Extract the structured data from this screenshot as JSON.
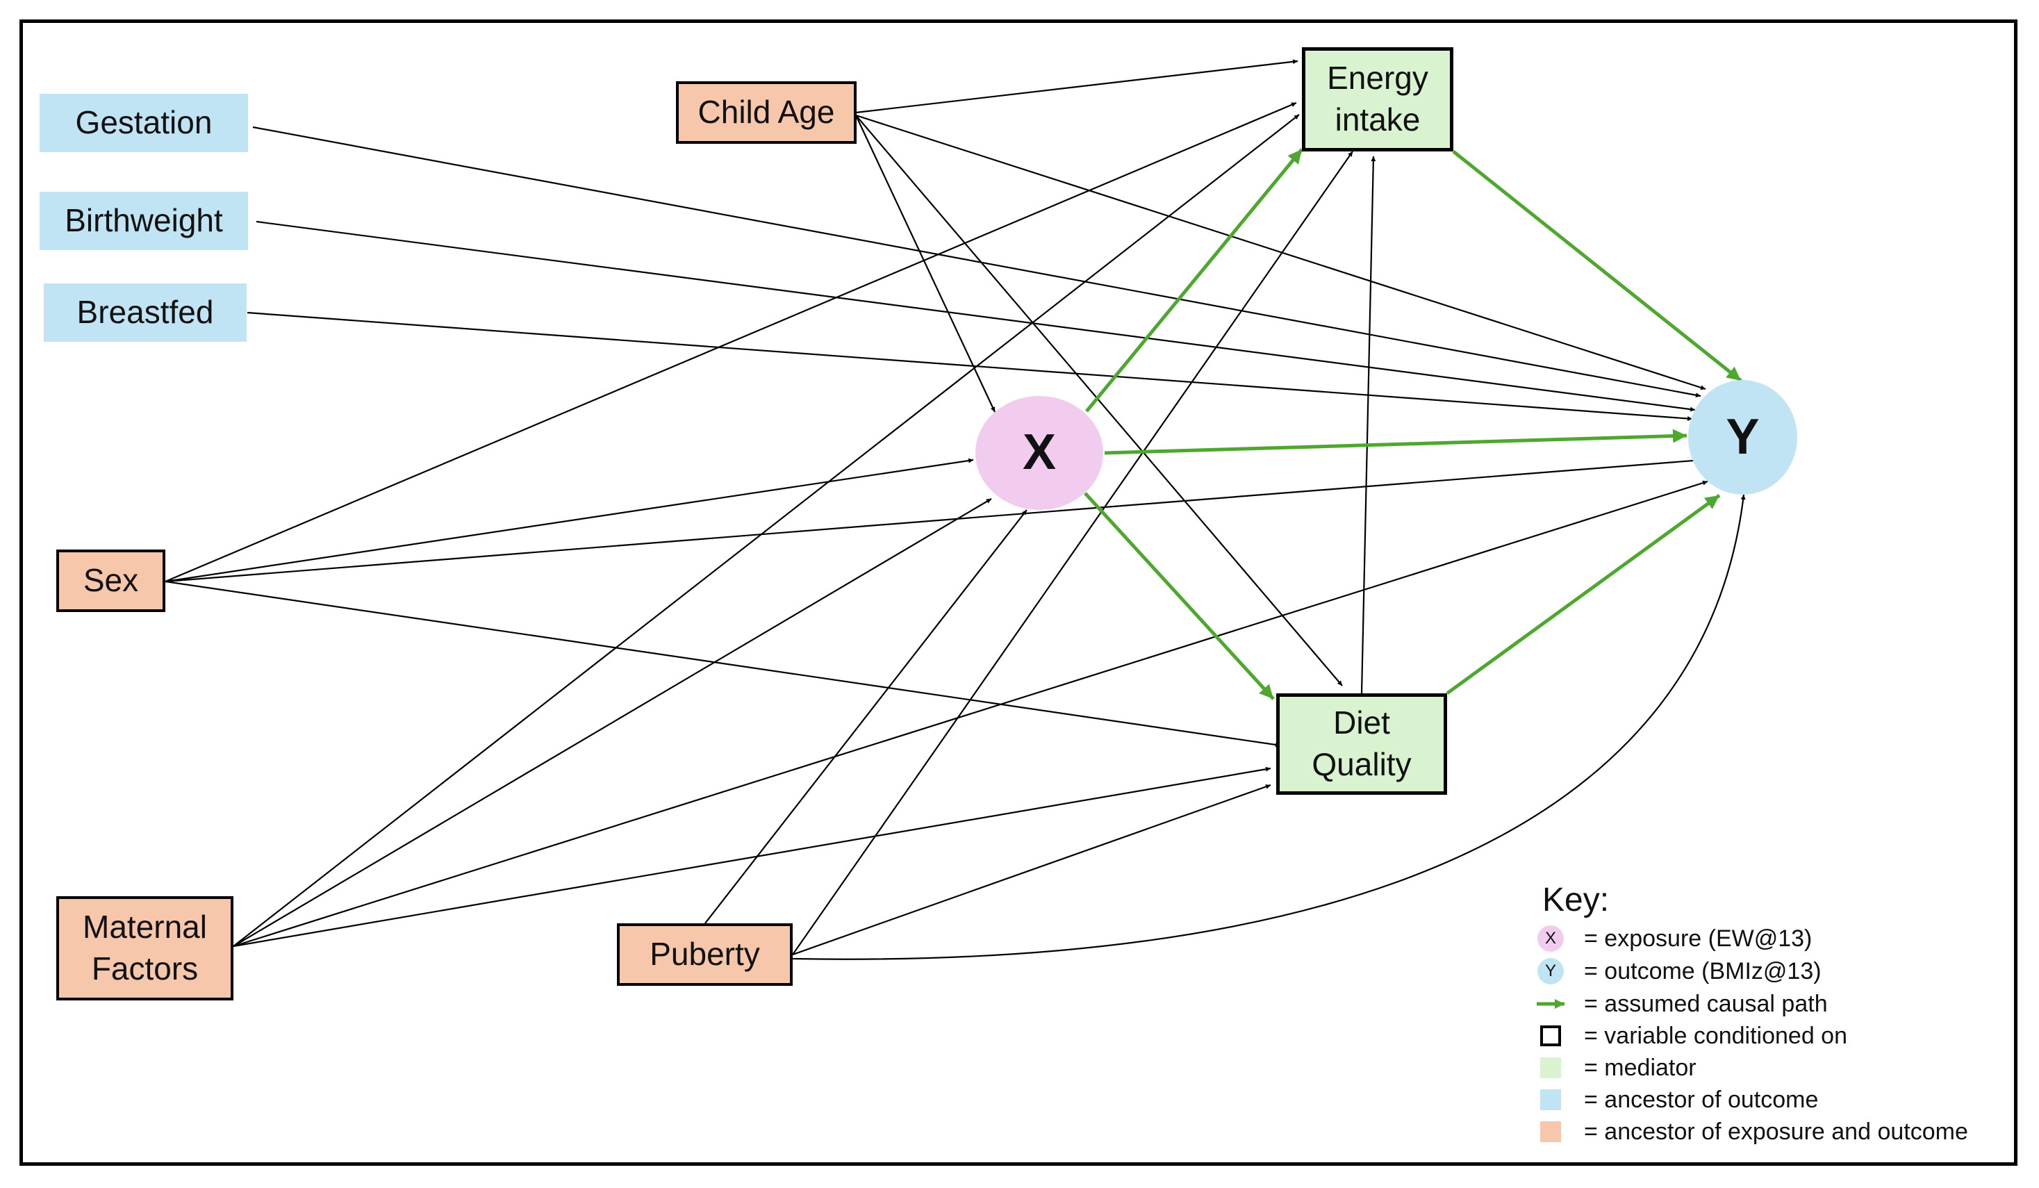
{
  "colors": {
    "exposure": "#f2ccee",
    "outcome": "#c1e4f5",
    "mediator": "#d9f2d0",
    "ancestor_outcome": "#c1e4f5",
    "ancestor_both": "#f7c7ac",
    "causal_path": "#4ea72e",
    "edge": "#000000"
  },
  "nodes": {
    "gestation": "Gestation",
    "birthweight": "Birthweight",
    "breastfed": "Breastfed",
    "child_age": "Child Age",
    "sex": "Sex",
    "maternal": "Maternal Factors",
    "puberty": "Puberty",
    "energy": "Energy intake",
    "diet": "Diet Quality",
    "x": "X",
    "y": "Y"
  },
  "edges": [
    {
      "from": "gestation",
      "to": "y",
      "causal": false
    },
    {
      "from": "birthweight",
      "to": "y",
      "causal": false
    },
    {
      "from": "breastfed",
      "to": "y",
      "causal": false
    },
    {
      "from": "child_age",
      "to": "energy",
      "causal": false
    },
    {
      "from": "child_age",
      "to": "x",
      "causal": false
    },
    {
      "from": "child_age",
      "to": "diet",
      "causal": false
    },
    {
      "from": "child_age",
      "to": "y",
      "causal": false
    },
    {
      "from": "sex",
      "to": "energy",
      "causal": false
    },
    {
      "from": "sex",
      "to": "x",
      "causal": false
    },
    {
      "from": "sex",
      "to": "y",
      "causal": false
    },
    {
      "from": "sex",
      "to": "diet",
      "causal": false
    },
    {
      "from": "maternal",
      "to": "energy",
      "causal": false
    },
    {
      "from": "maternal",
      "to": "x",
      "causal": false
    },
    {
      "from": "maternal",
      "to": "y",
      "causal": false
    },
    {
      "from": "maternal",
      "to": "diet",
      "causal": false
    },
    {
      "from": "puberty",
      "to": "x",
      "causal": false
    },
    {
      "from": "puberty",
      "to": "energy",
      "causal": false
    },
    {
      "from": "puberty",
      "to": "diet",
      "causal": false
    },
    {
      "from": "puberty",
      "to": "y",
      "causal": false,
      "curved": true
    },
    {
      "from": "diet",
      "to": "energy",
      "causal": false
    },
    {
      "from": "x",
      "to": "energy",
      "causal": true
    },
    {
      "from": "x",
      "to": "y",
      "causal": true
    },
    {
      "from": "x",
      "to": "diet",
      "causal": true
    },
    {
      "from": "energy",
      "to": "y",
      "causal": true
    },
    {
      "from": "diet",
      "to": "y",
      "causal": true
    }
  ],
  "key": {
    "title": "Key:",
    "items": [
      {
        "symbol": "X",
        "text": "= exposure (EW@13)"
      },
      {
        "symbol": "Y",
        "text": "= outcome (BMIz@13)"
      },
      {
        "symbol": "",
        "text": "= assumed causal path"
      },
      {
        "symbol": "",
        "text": "= variable conditioned on"
      },
      {
        "symbol": "",
        "text": "= mediator"
      },
      {
        "symbol": "",
        "text": "= ancestor of outcome"
      },
      {
        "symbol": "",
        "text": "= ancestor of exposure and outcome"
      }
    ]
  }
}
